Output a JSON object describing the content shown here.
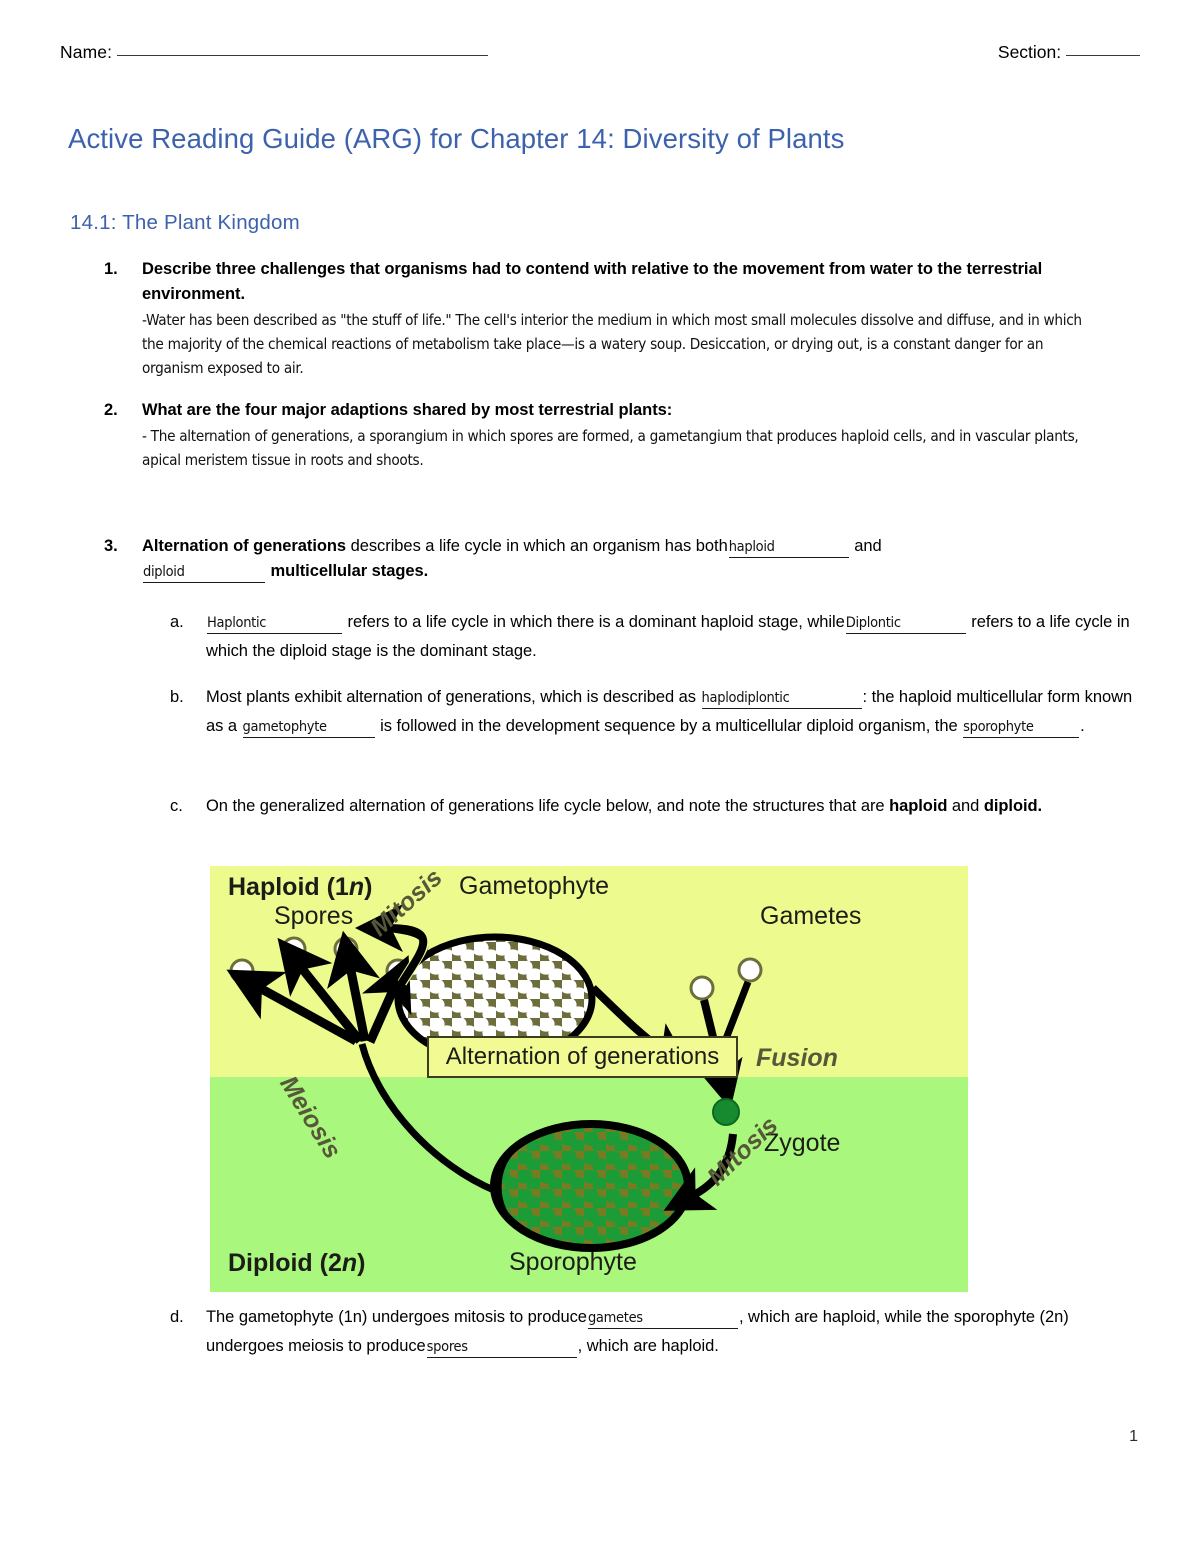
{
  "header": {
    "name_label": "Name:",
    "section_label": "Section:"
  },
  "doc": {
    "title": "Active Reading Guide (ARG) for Chapter 14: Diversity of Plants",
    "section_title": "14.1: The Plant Kingdom",
    "page_number": "1",
    "heading_color": "#3d62ad"
  },
  "questions": [
    {
      "num": "1.",
      "prompt": "Describe three challenges that organisms had to contend with relative to the movement from water to the terrestrial environment.",
      "answer": "-Water has been described as \"the stuff of life.\" The cell's interior the medium in which most small molecules dissolve and diffuse, and in which the majority of the chemical reactions of metabolism take place—is a watery soup. Desiccation, or drying out, is a constant danger for an organism exposed to air."
    },
    {
      "num": "2.",
      "prompt": "What are the four major adaptions shared by most terrestrial plants:",
      "answer": "-  The alternation of generations, a sporangium in which spores are formed, a gametangium that produces haploid cells, and in vascular plants, apical meristem tissue in roots and shoots."
    }
  ],
  "q3": {
    "num": "3.",
    "term": "Alternation of generations",
    "text_1": " describes a life cycle in which an organism has both",
    "blank_1": "haploid",
    "text_2": "and",
    "blank_2": "diploid",
    "text_3": "multicellular stages."
  },
  "sub_items": {
    "a": {
      "num": "a.",
      "blank_1": "Haplontic",
      "text_1": "refers to a life cycle in which there is a dominant haploid stage, while",
      "blank_2": "Diplontic",
      "text_2": "refers to a life cycle in which the diploid stage is the dominant stage."
    },
    "b": {
      "num": "b.",
      "text_1": "Most plants exhibit alternation of generations, which is described as",
      "blank_1": "haplodiplontic",
      "text_2": ": the haploid multicellular form known as a",
      "blank_2": "gametophyte",
      "text_3": "is followed in the development sequence by a multicellular diploid organism, the",
      "blank_3": "sporophyte",
      "text_4": "."
    },
    "c": {
      "num": "c.",
      "text_1": "On the generalized alternation of generations life cycle below, and note the structures that are ",
      "bold_1": "haploid",
      "text_2": " and ",
      "bold_2": "diploid."
    },
    "d": {
      "num": "d.",
      "text_1": "The gametophyte (1n) undergoes mitosis to produce",
      "blank_1": "gametes",
      "text_2": ", which are haploid, while the sporophyte (2n) undergoes meiosis to produce",
      "blank_2": "spores",
      "text_3": ", which are haploid."
    }
  },
  "figure": {
    "title_box": "Alternation of generations",
    "haploid_label": "Haploid (1",
    "haploid_label_italic": "n",
    "haploid_label_end": ")",
    "diploid_label": "Diploid (2",
    "diploid_label_italic": "n",
    "diploid_label_end": ")",
    "gametophyte": "Gametophyte",
    "sporophyte": "Sporophyte",
    "spores": "Spores",
    "gametes": "Gametes",
    "zygote": "Zygote",
    "mitosis_top": "Mitosis",
    "mitosis_bottom": "Mitosis",
    "meiosis": "Meiosis",
    "fusion": "Fusion",
    "colors": {
      "haploid_band": "#edfa8d",
      "diploid_band": "#aaf77d",
      "zygote": "#17892f",
      "sporophyte_cells": "#1c9c36",
      "gamete_cells": "#ffffff"
    }
  }
}
